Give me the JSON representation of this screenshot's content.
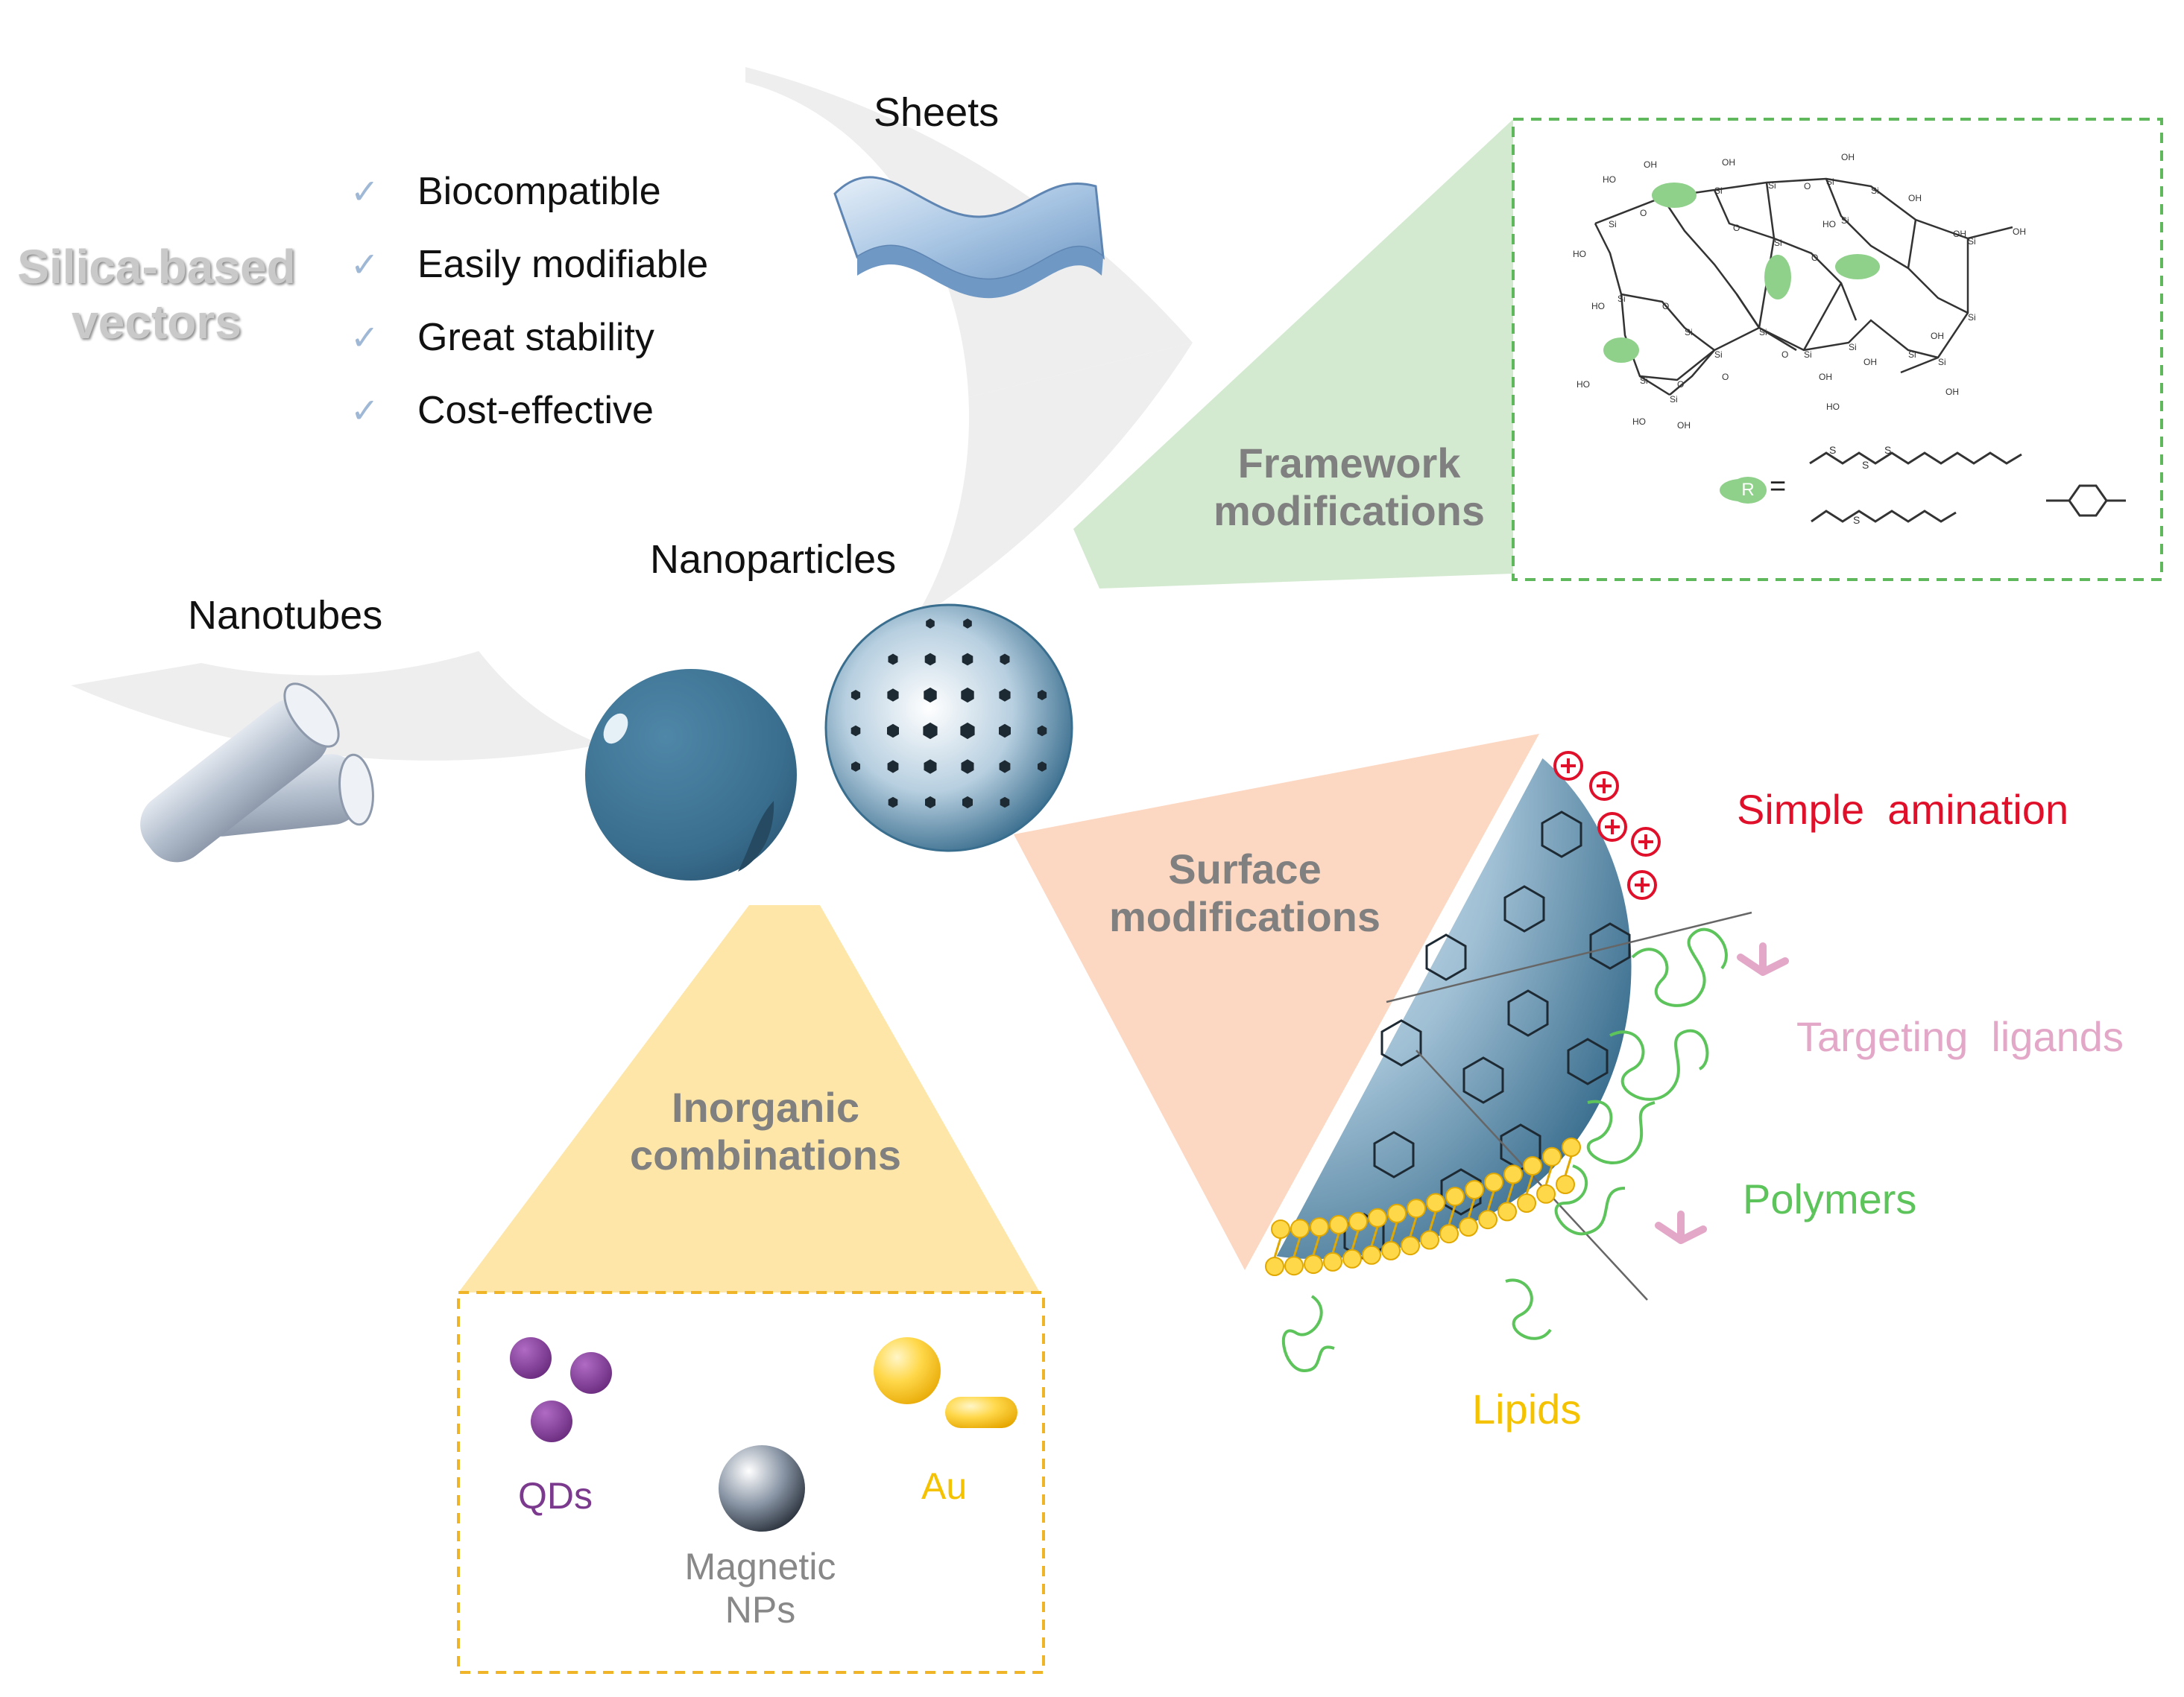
{
  "title": {
    "line1": "Silica-based",
    "line2": "vectors"
  },
  "properties": {
    "check_glyph": "✓",
    "items": [
      "Biocompatible",
      "Easily modifiable",
      "Great stability",
      "Cost-effective"
    ]
  },
  "morphologies": {
    "sheets": "Sheets",
    "nanoparticles": "Nanoparticles",
    "nanotubes": "Nanotubes"
  },
  "framework": {
    "label_line1": "Framework",
    "label_line2": "modifications",
    "r_group_symbol": "R",
    "equals": "=",
    "atoms": {
      "si": "Si",
      "o": "O",
      "oh": "OH",
      "ho": "HO",
      "s": "S"
    }
  },
  "surface": {
    "label_line1": "Surface",
    "label_line2": "modifications",
    "simple_amination": "Simple  amination",
    "targeting_ligands": "Targeting  ligands",
    "polymers": "Polymers",
    "lipids": "Lipids",
    "plus": "+"
  },
  "inorganic": {
    "label_line1": "Inorganic",
    "label_line2": "combinations",
    "qds": "QDs",
    "au": "Au",
    "magnetic_line1": "Magnetic",
    "magnetic_line2": "NPs"
  },
  "colors": {
    "arc": "#eeeeee",
    "framework_wedge": "#d3ead0",
    "framework_border": "#5fb85b",
    "surface_wedge": "#fcd7c1",
    "inorganic_wedge": "#fde6a8",
    "inorganic_border": "#f0b429",
    "silica_blue": "#3a6e8e",
    "amination_red": "#e0102a",
    "ligand_pink": "#e3a7c7",
    "polymer_green": "#5cc45a",
    "lipid_yellow": "#f5c200",
    "qd_purple": "#7b3a8e",
    "magnetic_grey": "#888888",
    "title_grey": "#c9c9c9"
  }
}
